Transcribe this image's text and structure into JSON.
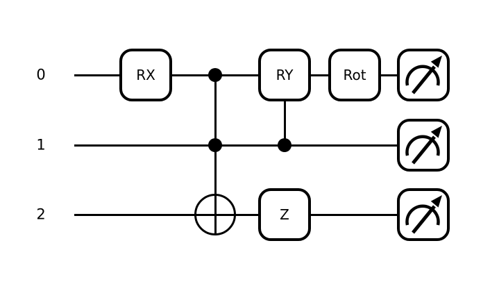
{
  "figure": {
    "type": "quantum_circuit_diagram",
    "background_color": "#ffffff",
    "line_color": "#000000",
    "gate_fill_color": "#ffffff",
    "wires": [
      {
        "label": "0"
      },
      {
        "label": "1"
      },
      {
        "label": "2"
      }
    ],
    "operations": [
      {
        "name": "RX",
        "label": "RX",
        "wires": [
          0
        ],
        "column": 1
      },
      {
        "name": "Toffoli",
        "label": "",
        "control_wires": [
          0,
          1
        ],
        "target_wire": 2,
        "symbol": "circled-plus",
        "column": 2
      },
      {
        "name": "CRY",
        "label": "RY",
        "control_wire": 1,
        "target_wire": 0,
        "column": 3
      },
      {
        "name": "Z",
        "label": "Z",
        "wires": [
          2
        ],
        "column": 3
      },
      {
        "name": "Rot",
        "label": "Rot",
        "wires": [
          0
        ],
        "column": 4
      },
      {
        "name": "measure",
        "label": "",
        "wires": [
          0,
          1,
          2
        ],
        "symbol": "gauge-arrow",
        "column": 5
      }
    ],
    "icons": {
      "measurement": "gauge-arrow-icon",
      "control": "filled-dot",
      "target": "circled-plus"
    }
  }
}
